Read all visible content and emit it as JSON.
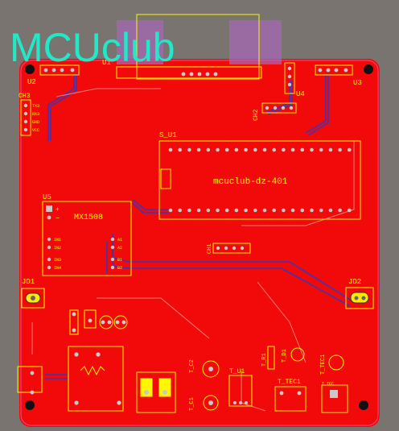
{
  "logo": "MCUclub",
  "board": {
    "fill": "#f20a0a",
    "silkscreen": "#fff600",
    "trace_blue": "#3a36b8",
    "pad": "#c9c9c9",
    "keepout": "#a868b8"
  },
  "labels": {
    "u1": "U1",
    "u2": "U2",
    "u3": "U3",
    "u4": "U4",
    "u5": "U5",
    "ch1": "CH1",
    "ch2": "CH2",
    "ch3": "CH3",
    "s_u1": "S_U1",
    "module": "mcuclub-dz-401",
    "mx": "MX1508",
    "jd1": "JD1",
    "jd2": "JD2",
    "t_u1": "T_U1",
    "t_c1": "T_C1",
    "t_c2": "T_C2",
    "t_r1": "T_R1",
    "t_d1": "T_D1",
    "t_tec1": "T_TEC1",
    "t_tec": "T_TEC",
    "ch3_pins": [
      "TX3",
      "RX3",
      "GND",
      "VCC"
    ],
    "mx_pins_left": [
      "IN1",
      "IN2",
      "IN3",
      "IN4"
    ],
    "mx_pins_right": [
      "A1",
      "A2",
      "B1",
      "B2"
    ],
    "mx_plus": "+",
    "mx_minus": "−"
  }
}
